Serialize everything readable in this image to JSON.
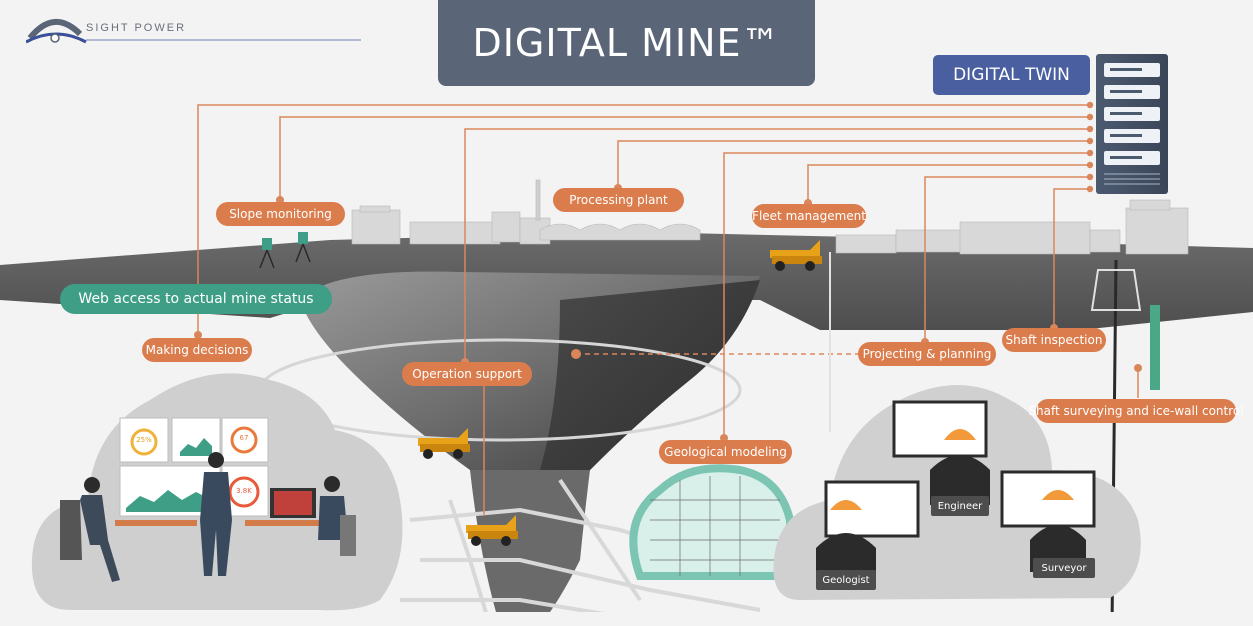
{
  "brand": {
    "name": "SIGHT POWER"
  },
  "title": "DIGITAL MINE™",
  "digital_twin": "DIGITAL TWIN",
  "web_access": "Web access to actual mine status",
  "labels": {
    "slope_monitoring": "Slope monitoring",
    "processing_plant": "Processing plant",
    "fleet_management": "Fleet management",
    "making_decisions": "Making decisions",
    "operation_support": "Operation support",
    "projecting_planning": "Projecting & planning",
    "shaft_inspection": "Shaft inspection",
    "geological_modeling": "Geological modeling",
    "shaft_surveying": "Shaft surveying and ice-wall control"
  },
  "roles": {
    "engineer": "Engineer",
    "geologist": "Geologist",
    "surveyor": "Surveyor"
  },
  "dashboard": {
    "gauge_1": "25%",
    "gauge_2": "67",
    "gauge_3": "3.8K"
  },
  "colors": {
    "title_bg": "#5a6577",
    "twin_bg": "#4a5f9f",
    "label_orange": "#db7c4c",
    "web_green": "#3e9e86",
    "connector": "#d9875a"
  }
}
